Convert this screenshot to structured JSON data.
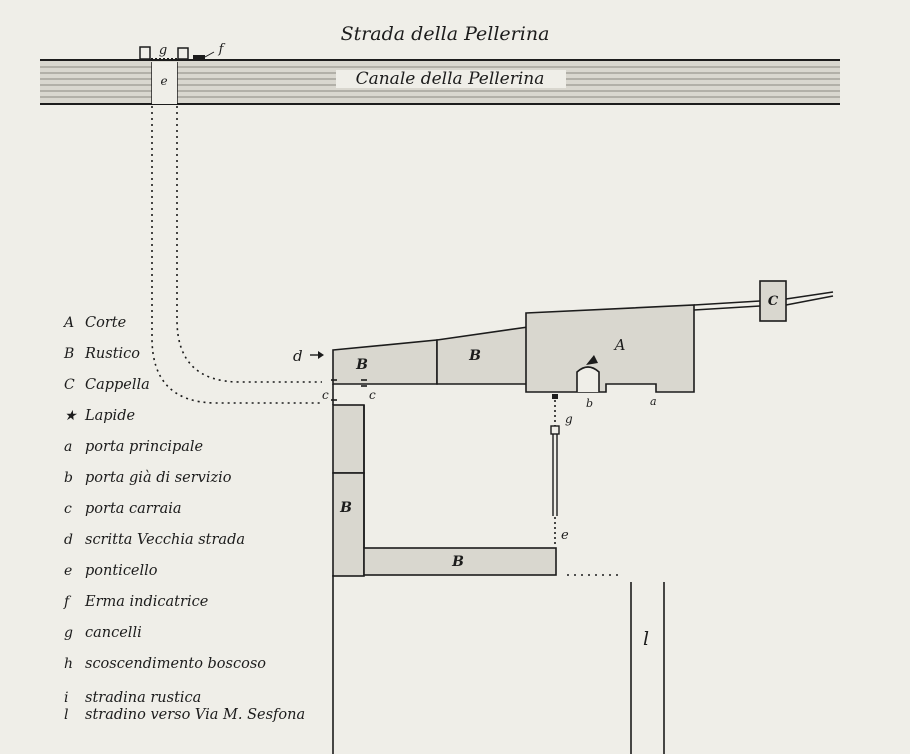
{
  "map": {
    "road_label": "Strada della Pellerina",
    "canal_label": "Canale della Pellerina",
    "tags": {
      "canal_g": "g",
      "canal_e": "e",
      "canal_f": "f",
      "d": "d",
      "c_left": "c",
      "c_right": "c",
      "b": "b",
      "a": "a",
      "g": "g",
      "e": "e",
      "l": "l"
    },
    "blocks": {
      "A": "A",
      "B1": "B",
      "B2": "B",
      "B3": "B",
      "B4": "B",
      "C": "C"
    }
  },
  "legend": [
    {
      "key": "A",
      "text": "Corte"
    },
    {
      "key": "B",
      "text": "Rustico"
    },
    {
      "key": "C",
      "text": "Cappella"
    },
    {
      "key": "★",
      "text": "Lapide"
    },
    {
      "key": "a",
      "text": "porta principale"
    },
    {
      "key": "b",
      "text": "porta già di servizio"
    },
    {
      "key": "c",
      "text": "porta carraia"
    },
    {
      "key": "d",
      "text": "scritta Vecchia strada"
    },
    {
      "key": "e",
      "text": "ponticello"
    },
    {
      "key": "f",
      "text": "Erma indicatrice"
    },
    {
      "key": "g",
      "text": "cancelli"
    },
    {
      "key": "h",
      "text": "scoscendimento boscoso"
    },
    {
      "key": "i",
      "text": "stradina rustica"
    },
    {
      "key": "l",
      "text": "stradino verso Via M. Sesfona"
    }
  ]
}
